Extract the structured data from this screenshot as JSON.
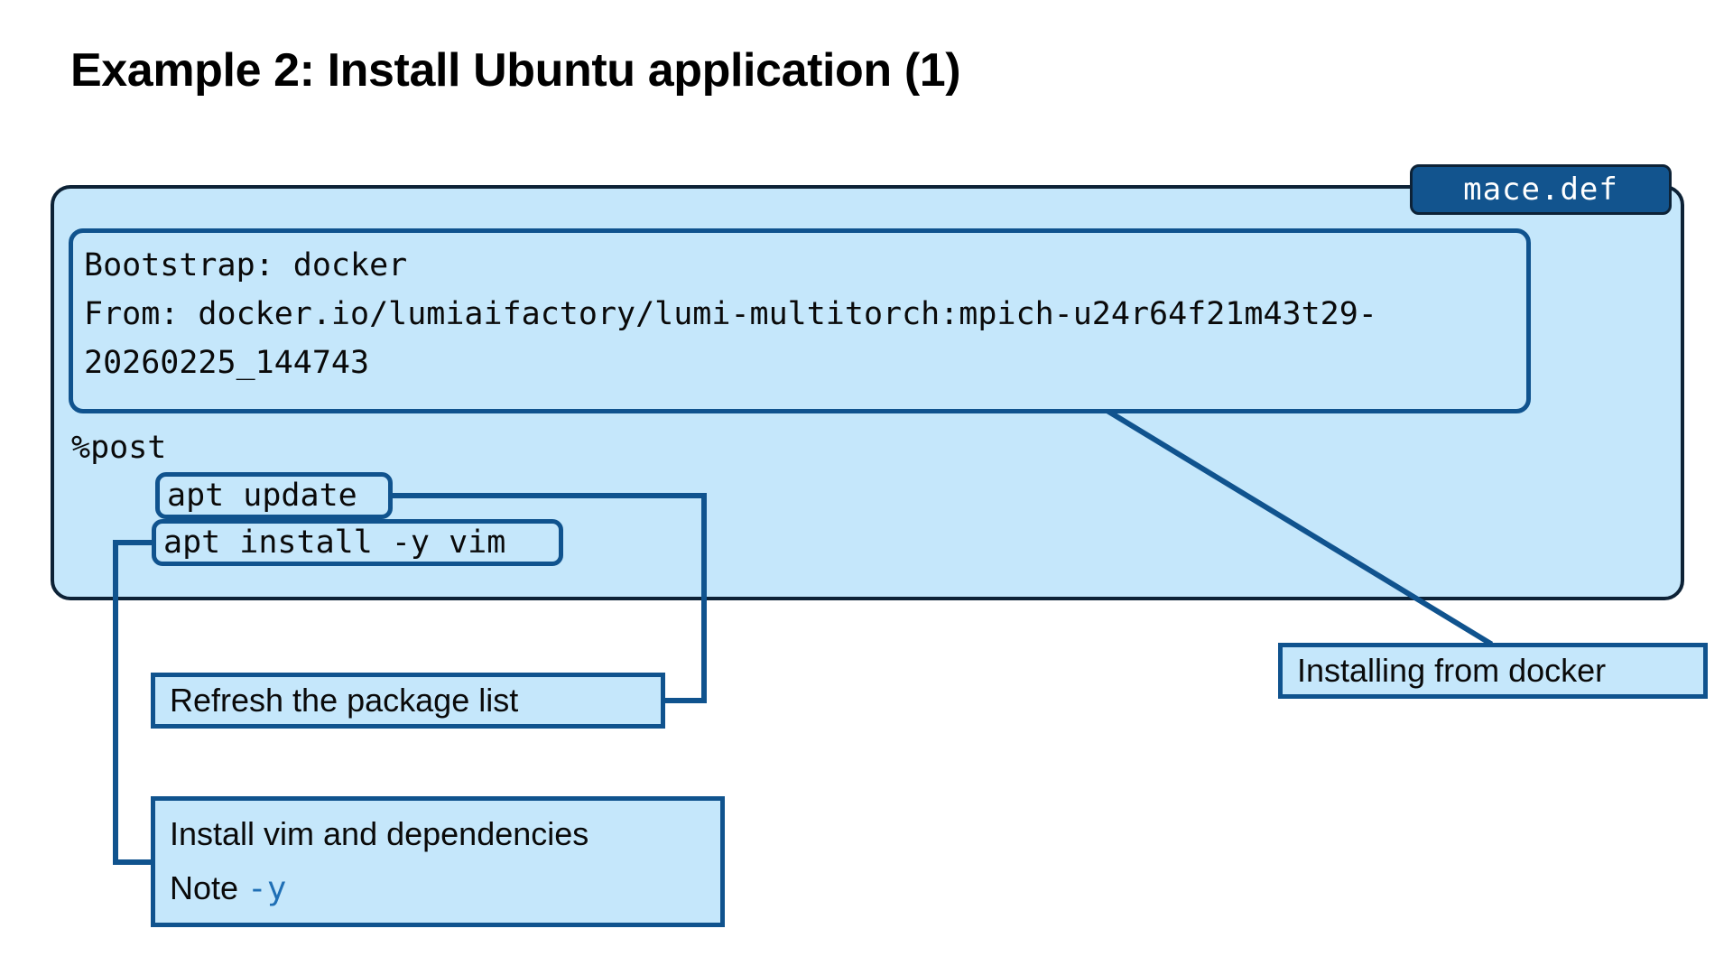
{
  "slide": {
    "title": "Example 2: Install Ubuntu application (1)"
  },
  "file_badge": {
    "label": "mace.def"
  },
  "definition_file": {
    "header_block": "Bootstrap: docker\nFrom: docker.io/lumiaifactory/lumi-multitorch:mpich-u24r64f21m43t29-\n20260225_144743",
    "header_lines": [
      "Bootstrap: docker",
      "From: docker.io/lumiaifactory/lumi-multitorch:mpich-u24r64f21m43t29-",
      "20260225_144743"
    ],
    "section_label": "%post",
    "commands": [
      {
        "text": "apt update"
      },
      {
        "text": "apt install -y vim"
      }
    ]
  },
  "callouts": {
    "refresh": {
      "text": "Refresh the package list"
    },
    "install": {
      "line1": "Install vim and dependencies",
      "note_prefix": "Note ",
      "note_flag": "-y"
    },
    "docker": {
      "text": "Installing from docker"
    }
  },
  "colors": {
    "panel_fill": "#C5E7FB",
    "panel_border": "#0D2236",
    "accent_blue": "#10538E",
    "badge_fill": "#12548E",
    "badge_text": "#FFFFFF",
    "flag_blue": "#1F6FB5",
    "text": "#0A0A0A",
    "page_background": "#FFFFFF"
  }
}
